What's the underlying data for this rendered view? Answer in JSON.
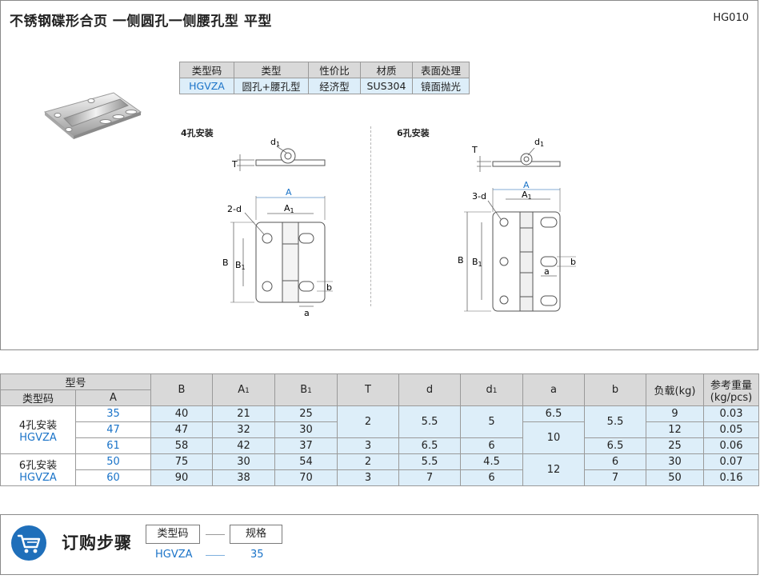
{
  "header": {
    "title": "不锈钢碟形合页  一侧圆孔一侧腰孔型  平型",
    "code": "HG010"
  },
  "spec_table": {
    "headers": [
      "类型码",
      "类型",
      "性价比",
      "材质",
      "表面处理"
    ],
    "row": [
      "HGVZA",
      "圆孔+腰孔型",
      "经济型",
      "SUS304",
      "镜面抛光"
    ]
  },
  "drawings": {
    "left_label": "4孔安装",
    "right_label": "6孔安装",
    "labels": {
      "d1": "d",
      "sub1": "1",
      "T": "T",
      "A": "A",
      "A1": "A",
      "B": "B",
      "B1": "B",
      "a": "a",
      "b": "b",
      "two_d": "2-d",
      "three_d": "3-d"
    }
  },
  "main_table": {
    "header": {
      "model": "型号",
      "type_code": "类型码",
      "A": "A",
      "B": "B",
      "A1": "A",
      "B1": "B",
      "sub1": "1",
      "T": "T",
      "d": "d",
      "d1": "d",
      "a": "a",
      "b": "b",
      "load": "负载(kg)",
      "weight_l1": "参考重量",
      "weight_l2": "(kg/pcs)"
    },
    "group1": {
      "l1": "4孔安装",
      "l2": "HGVZA"
    },
    "group2": {
      "l1": "6孔安装",
      "l2": "HGVZA"
    },
    "rows": [
      {
        "A": "35",
        "B": "40",
        "A1": "21",
        "B1": "25",
        "T": "2",
        "d": "5.5",
        "d1": "5",
        "a": "6.5",
        "b": "5.5",
        "load": "9",
        "weight": "0.03"
      },
      {
        "A": "47",
        "B": "47",
        "A1": "32",
        "B1": "30",
        "T": "",
        "d": "",
        "d1": "",
        "a": "10",
        "b": "",
        "load": "12",
        "weight": "0.05"
      },
      {
        "A": "61",
        "B": "58",
        "A1": "42",
        "B1": "37",
        "T": "3",
        "d": "6.5",
        "d1": "6",
        "a": "",
        "b": "6.5",
        "load": "25",
        "weight": "0.06"
      },
      {
        "A": "50",
        "B": "75",
        "A1": "30",
        "B1": "54",
        "T": "2",
        "d": "5.5",
        "d1": "4.5",
        "a": "12",
        "b": "6",
        "load": "30",
        "weight": "0.07"
      },
      {
        "A": "60",
        "B": "90",
        "A1": "38",
        "B1": "70",
        "T": "3",
        "d": "7",
        "d1": "6",
        "a": "",
        "b": "7",
        "load": "50",
        "weight": "0.16"
      }
    ]
  },
  "order": {
    "title": "订购步骤",
    "box1": "类型码",
    "box2": "规格",
    "val1": "HGVZA",
    "val2": "35",
    "icon": "shopping-cart-icon"
  },
  "colors": {
    "accent_blue": "#1a73c8",
    "cell_blue": "#ddeef9",
    "header_gray": "#d9d9d9",
    "icon_blue": "#1f6fba"
  }
}
